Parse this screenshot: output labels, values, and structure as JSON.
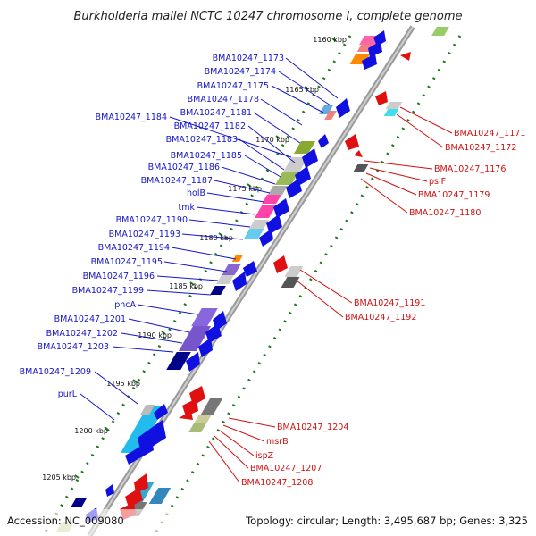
{
  "title": "Burkholderia mallei NCTC 10247 chromosome I, complete genome",
  "footer": {
    "accession": "Accession: NC_009080",
    "topology": "Topology: circular; Length: 3,495,687 bp; Genes: 3,325"
  },
  "ticks": [
    "1160 kbp",
    "1165 kbp",
    "1170 kbp",
    "1175 kbp",
    "1180 kbp",
    "1185 kbp",
    "1190 kbp",
    "1195 kbp",
    "1200 kbp",
    "1205 kbp"
  ],
  "left_labels": [
    "BMA10247_1173",
    "BMA10247_1174",
    "BMA10247_1175",
    "BMA10247_1178",
    "BMA10247_1181",
    "BMA10247_1184",
    "BMA10247_1182",
    "BMA10247_1183",
    "BMA10247_1185",
    "BMA10247_1186",
    "BMA10247_1187",
    "holB",
    "tmk",
    "BMA10247_1190",
    "BMA10247_1193",
    "BMA10247_1194",
    "BMA10247_1195",
    "BMA10247_1196",
    "BMA10247_1199",
    "pncA",
    "BMA10247_1201",
    "BMA10247_1202",
    "BMA10247_1203",
    "BMA10247_1209",
    "purL"
  ],
  "right_labels": [
    "BMA10247_1171",
    "BMA10247_1172",
    "BMA10247_1176",
    "psiF",
    "BMA10247_1179",
    "BMA10247_1180",
    "BMA10247_1191",
    "BMA10247_1192",
    "BMA10247_1204",
    "msrB",
    "ispZ",
    "BMA10247_1207",
    "BMA10247_1208"
  ],
  "colors": {
    "forward_strand": "#1010e0",
    "reverse_strand": "#e01010",
    "backbone": "#8c8c8c",
    "tick_mark": "#1a7a1a"
  }
}
